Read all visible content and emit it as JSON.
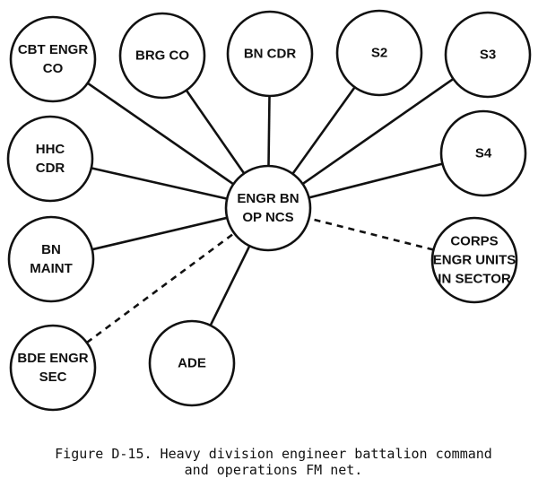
{
  "diagram": {
    "center": {
      "id": "ncs",
      "lines": [
        "ENGR BN",
        "OP NCS"
      ]
    },
    "nodes": [
      {
        "id": "cbt",
        "lines": [
          "CBT ENGR",
          "CO"
        ],
        "link": "solid"
      },
      {
        "id": "brg",
        "lines": [
          "BRG CO"
        ],
        "link": "solid"
      },
      {
        "id": "bncdr",
        "lines": [
          "BN CDR"
        ],
        "link": "solid"
      },
      {
        "id": "s2",
        "lines": [
          "S2"
        ],
        "link": "solid"
      },
      {
        "id": "s3",
        "lines": [
          "S3"
        ],
        "link": "solid"
      },
      {
        "id": "hhc",
        "lines": [
          "HHC",
          "CDR"
        ],
        "link": "solid"
      },
      {
        "id": "s4",
        "lines": [
          "S4"
        ],
        "link": "solid"
      },
      {
        "id": "maint",
        "lines": [
          "BN",
          "MAINT"
        ],
        "link": "solid"
      },
      {
        "id": "corps",
        "lines": [
          "CORPS",
          "ENGR UNITS",
          "IN SECTOR"
        ],
        "link": "dashed"
      },
      {
        "id": "bde",
        "lines": [
          "BDE ENGR",
          "SEC"
        ],
        "link": "dashed"
      },
      {
        "id": "ade",
        "lines": [
          "ADE"
        ],
        "link": "solid"
      }
    ],
    "colors": {
      "ink": "#111111",
      "background": "#ffffff"
    }
  },
  "caption": {
    "line1": "Figure D-15. Heavy division engineer battalion command",
    "line2": "and operations FM net."
  }
}
